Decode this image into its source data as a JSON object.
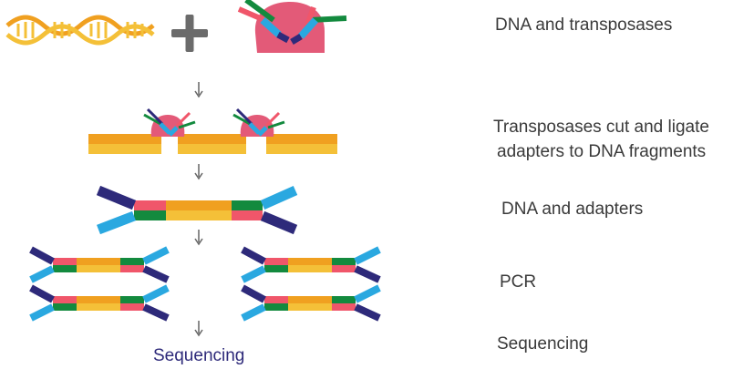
{
  "steps": [
    {
      "label": "DNA and transposases"
    },
    {
      "label_lines": [
        "Transposases cut and ligate",
        "adapters to DNA fragments"
      ]
    },
    {
      "label": "DNA and adapters"
    },
    {
      "label": "PCR"
    },
    {
      "label": "Sequencing"
    }
  ],
  "diagram": {
    "bottom_label": "Sequencing",
    "colors": {
      "dna_orange": "#f0a020",
      "dna_yellow": "#f4c038",
      "enzyme_pink": "#e35a78",
      "adapter_green": "#138a3e",
      "adapter_red": "#f0566a",
      "adapter_navy": "#2e2a7a",
      "adapter_blue": "#2aa8e0",
      "arrow_gray": "#666666"
    }
  }
}
